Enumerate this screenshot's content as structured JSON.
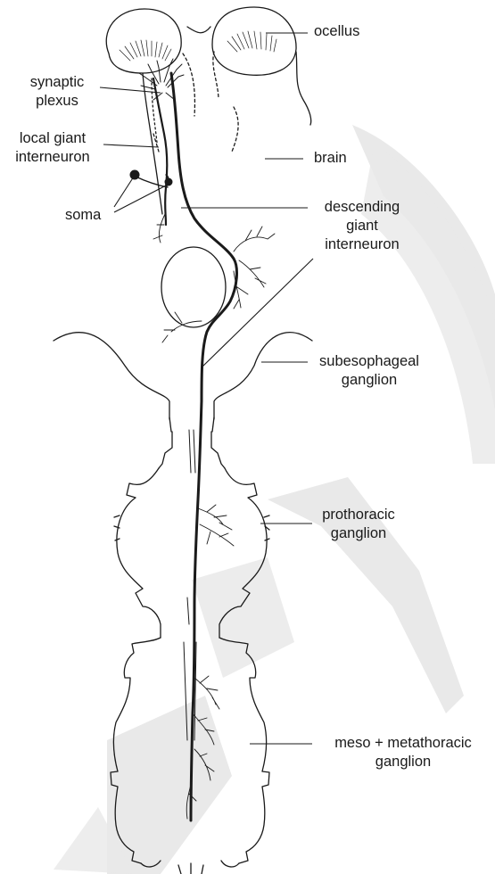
{
  "diagram": {
    "labels": {
      "ocellus": "ocellus",
      "synaptic_plexus": [
        "synaptic",
        "plexus"
      ],
      "local_giant_interneuron": [
        "local giant",
        "interneuron"
      ],
      "brain": "brain",
      "soma": "soma",
      "descending_giant_interneuron": [
        "descending",
        "giant",
        "interneuron"
      ],
      "subesophageal_ganglion": [
        "subesophageal",
        "ganglion"
      ],
      "prothoracic_ganglion": [
        "prothoracic",
        "ganglion"
      ],
      "meso_metathoracic_ganglion": [
        "meso + metathoracic",
        "ganglion"
      ]
    },
    "colors": {
      "ink": "#1a1a1a",
      "watermark": "#e9e9e9"
    }
  }
}
